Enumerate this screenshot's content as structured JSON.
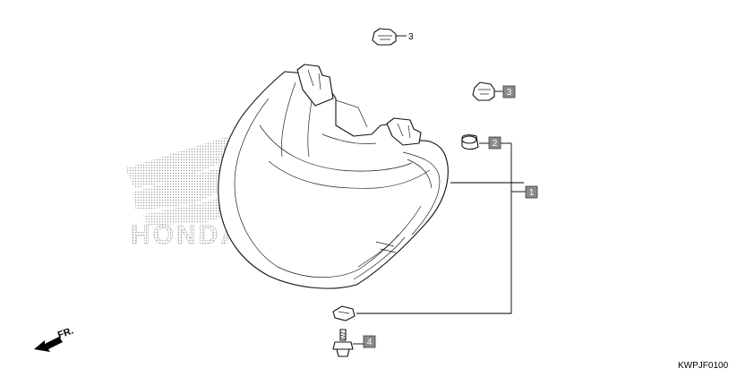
{
  "diagram": {
    "callouts": [
      {
        "id": "3",
        "boxed": false
      },
      {
        "id": "3",
        "boxed": true
      },
      {
        "id": "2",
        "boxed": true
      },
      {
        "id": "1",
        "boxed": true
      },
      {
        "id": "4",
        "boxed": true
      }
    ],
    "logo_text": "HONDA",
    "direction_label": "FR.",
    "diagram_code": "KWPJF0100",
    "colors": {
      "callout_fill": "#8a8a8a",
      "line": "#000000",
      "logo_dots": "#9a9a9a"
    }
  }
}
